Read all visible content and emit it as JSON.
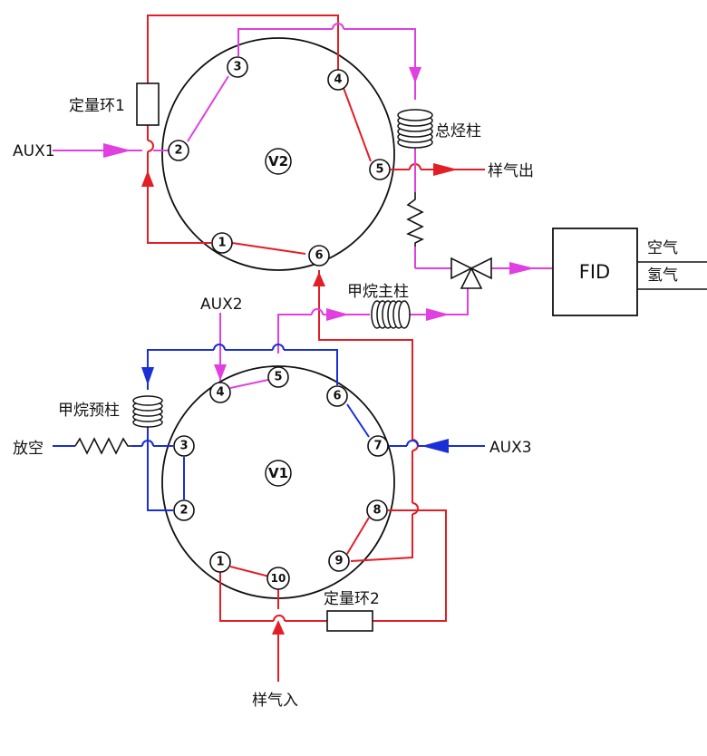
{
  "labels": {
    "quant_loop_1": "定量环1",
    "quant_loop_2": "定量环2",
    "aux1": "AUX1",
    "aux2": "AUX2",
    "aux3": "AUX3",
    "total_hc_column": "总烃柱",
    "methane_main_column": "甲烷主柱",
    "methane_pre_column": "甲烷预柱",
    "sample_out": "样气出",
    "sample_in": "样气入",
    "vent": "放空",
    "air": "空气",
    "hydrogen": "氢气",
    "fid": "FID",
    "v1": "V1",
    "v2": "V2"
  },
  "v2_ports": [
    "1",
    "2",
    "3",
    "4",
    "5",
    "6"
  ],
  "v1_ports": [
    "1",
    "2",
    "3",
    "4",
    "5",
    "6",
    "7",
    "8",
    "9",
    "10"
  ],
  "colors": {
    "red_line": "#e21f26",
    "magenta_line": "#e040e0",
    "blue_line": "#1a2fd6",
    "outline": "#111111"
  }
}
